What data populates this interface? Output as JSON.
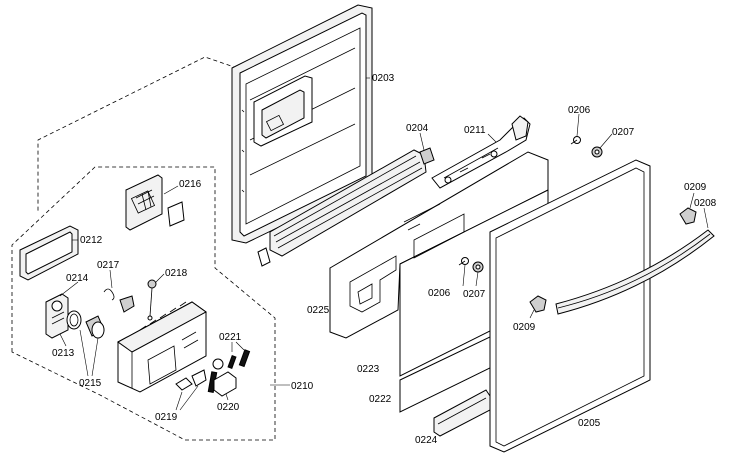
{
  "labels": {
    "p0203": "0203",
    "p0204": "0204",
    "p0211": "0211",
    "p0206a": "0206",
    "p0207a": "0207",
    "p0209a": "0209",
    "p0208": "0208",
    "p0216": "0216",
    "p0212": "0212",
    "p0217": "0217",
    "p0218": "0218",
    "p0214": "0214",
    "p0213": "0213",
    "p0215": "0215",
    "p0221": "0221",
    "p0210": "0210",
    "p0219": "0219",
    "p0220": "0220",
    "p0225": "0225",
    "p0206b": "0206",
    "p0207b": "0207",
    "p0209b": "0209",
    "p0223": "0223",
    "p0222": "0222",
    "p0224": "0224",
    "p0205": "0205"
  }
}
